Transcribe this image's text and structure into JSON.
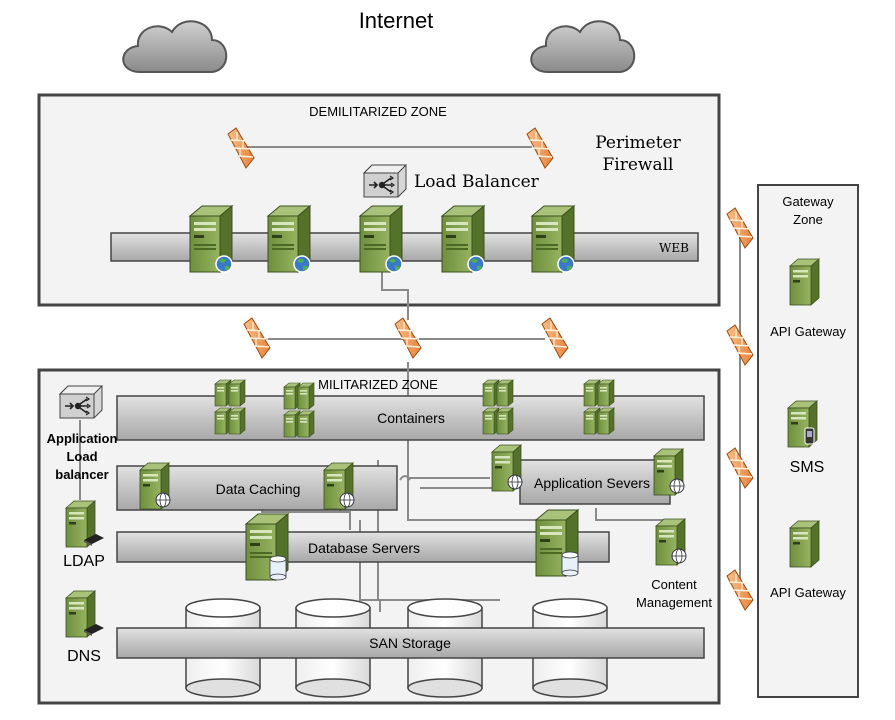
{
  "title": "Internet",
  "dmz": {
    "label": "DEMILITARIZED ZONE",
    "perimeter_firewall": [
      "Perimeter",
      "Firewall"
    ],
    "load_balancer": "Load Balancer",
    "web_bar": "WEB"
  },
  "mz": {
    "label": "MILITARIZED ZONE",
    "containers": "Containers",
    "data_caching": "Data Caching",
    "application_servers": "Application Severs",
    "database_servers": "Database Servers",
    "san_storage": "SAN Storage",
    "app_load_balancer": [
      "Application",
      "Load",
      "balancer"
    ],
    "ldap": "LDAP",
    "dns": "DNS",
    "content_management": [
      "Content",
      "Management"
    ]
  },
  "gateway": {
    "title": [
      "Gateway",
      "Zone"
    ],
    "items": [
      "API Gateway",
      "SMS",
      "API Gateway"
    ]
  },
  "icons": [
    "cloud-icon",
    "firewall-icon",
    "server-icon",
    "globe-icon",
    "database-icon",
    "load-balancer-icon",
    "keyboard-icon",
    "phone-icon"
  ],
  "colors": {
    "server_green": "#7a9a48",
    "firewall_orange": "#f2a65a",
    "zone_fill": "#f3f3f3",
    "bar_fill": "#cfcfcf"
  }
}
